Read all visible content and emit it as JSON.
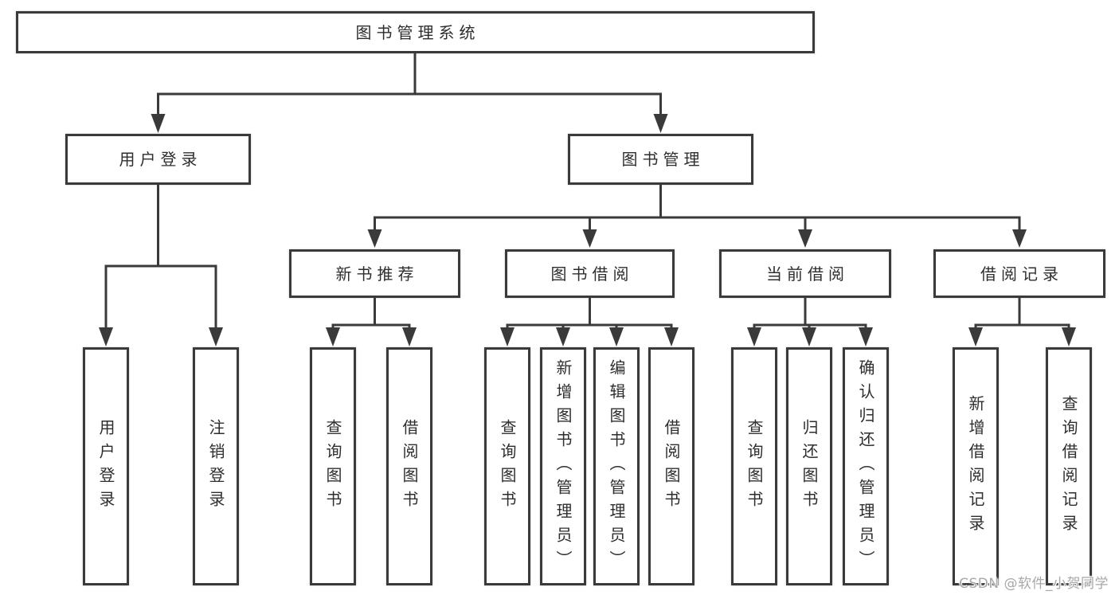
{
  "diagram": {
    "root": "图书管理系统",
    "branches": {
      "user_login": {
        "label": "用户登录",
        "children": [
          "用户登录",
          "注销登录"
        ]
      },
      "book_management": {
        "label": "图书管理",
        "sections": {
          "new_books": {
            "label": "新书推荐",
            "children": [
              "查询图书",
              "借阅图书"
            ]
          },
          "borrowing": {
            "label": "图书借阅",
            "children": [
              "查询图书",
              "新增图书（管理员）",
              "编辑图书（管理员）",
              "借阅图书"
            ]
          },
          "current": {
            "label": "当前借阅",
            "children": [
              "查询图书",
              "归还图书",
              "确认归还（管理员）"
            ]
          },
          "records": {
            "label": "借阅记录",
            "children": [
              "新增借阅记录",
              "查询借阅记录"
            ]
          }
        }
      }
    }
  },
  "watermark": "CSDN @软件_小贺同学",
  "colors": {
    "line": "#3a3a3a",
    "text": "#2e2e2e",
    "box_fill": "#ffffff",
    "watermark": "#a8a8a8",
    "background": "#ffffff"
  }
}
